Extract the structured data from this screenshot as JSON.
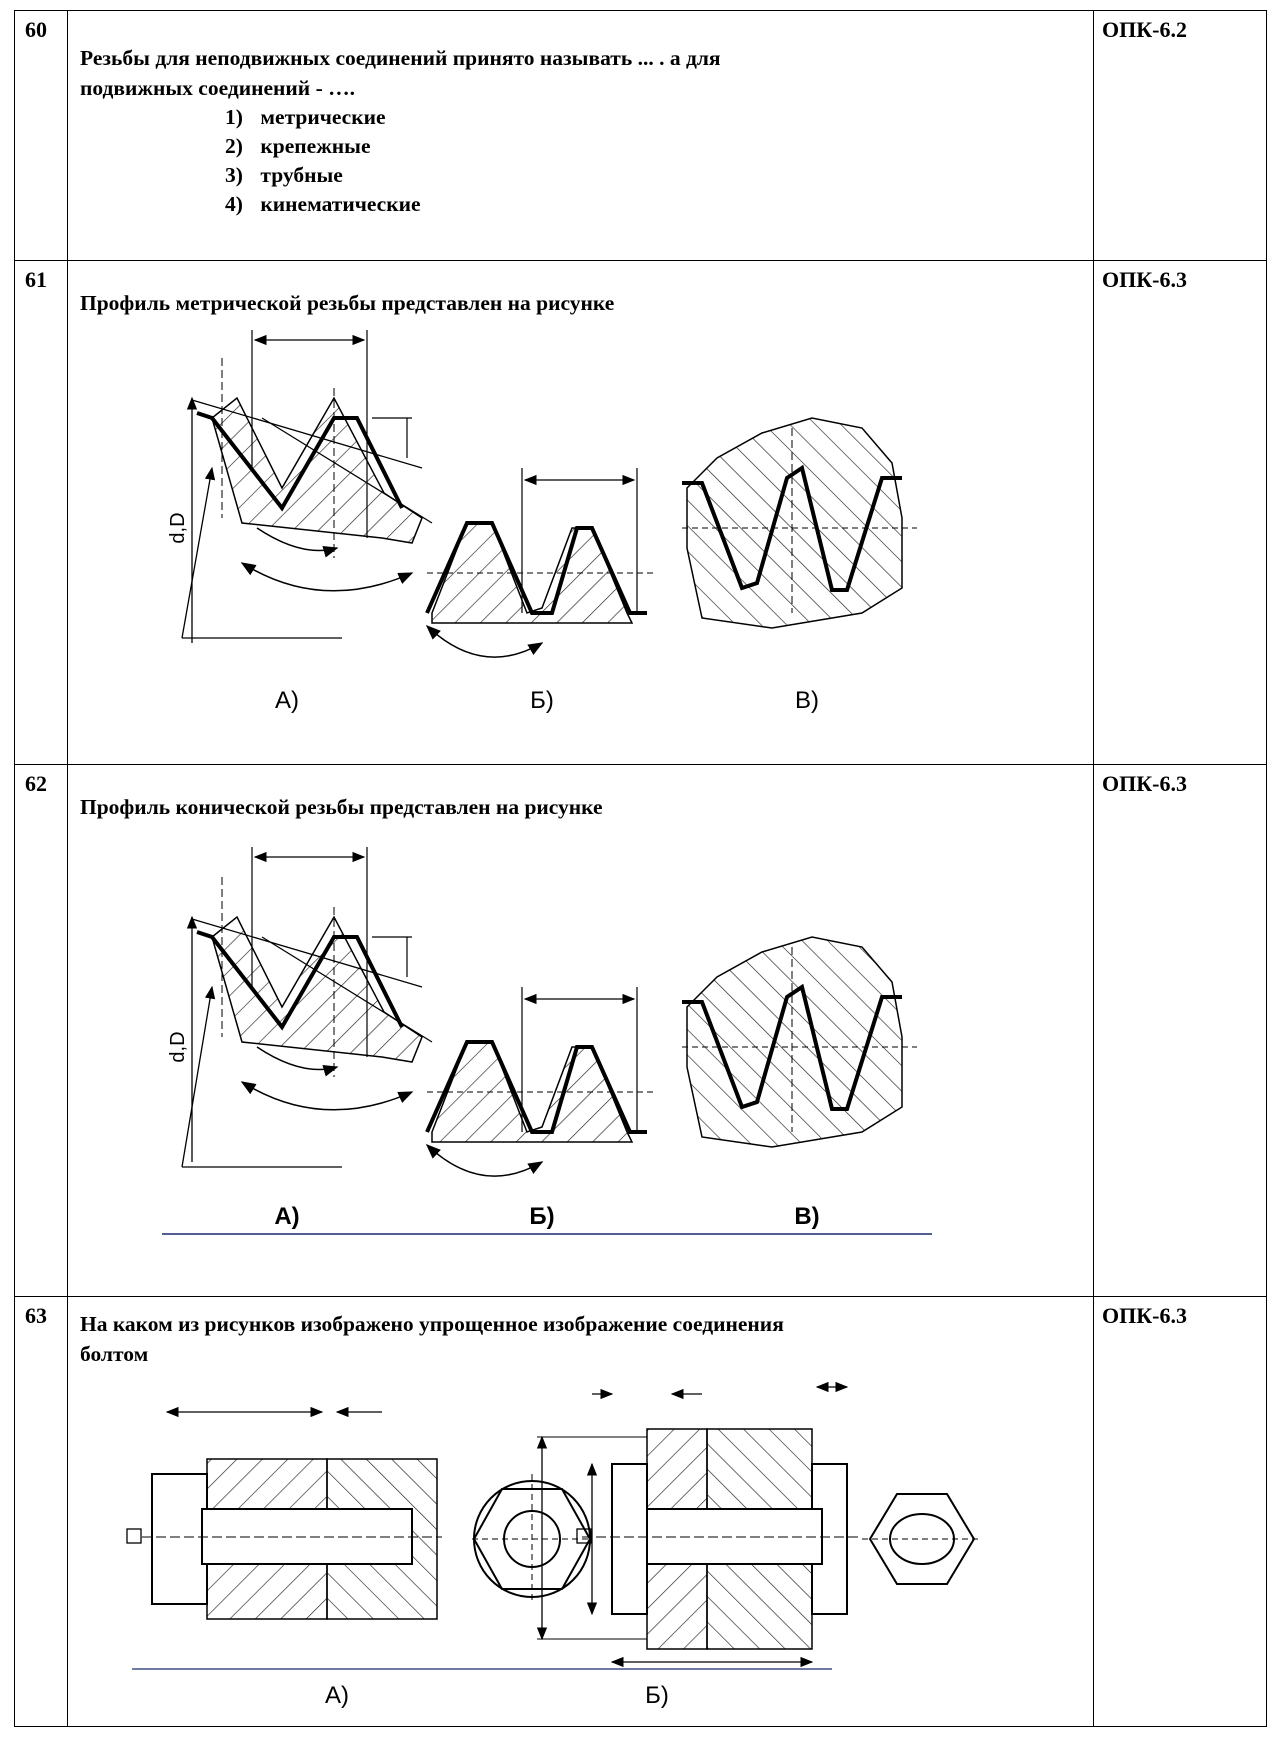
{
  "questions": [
    {
      "number": "60",
      "code": "ОПК-6.2",
      "text_line1": "Резьбы для неподвижных соединений принято называть ... . а для",
      "text_line2": "подвижных соединений - ….",
      "options": [
        {
          "num": "1)",
          "label": "метрические"
        },
        {
          "num": "2)",
          "label": "крепежные"
        },
        {
          "num": "3)",
          "label": "трубные"
        },
        {
          "num": "4)",
          "label": "кинематические"
        }
      ]
    },
    {
      "number": "61",
      "code": "ОПК-6.3",
      "text": "Профиль метрической резьбы представлен на рисунке",
      "figure": {
        "label_a": "А)",
        "label_b": "Б)",
        "label_c": "В)",
        "dim_label": "d,D"
      }
    },
    {
      "number": "62",
      "code": "ОПК-6.3",
      "text": "Профиль конической резьбы представлен на рисунке",
      "figure": {
        "label_a": "А)",
        "label_b": "Б)",
        "label_c": "В)",
        "dim_label": "d,D"
      }
    },
    {
      "number": "63",
      "code": "ОПК-6.3",
      "text_line1": "На каком из рисунков изображено упрощенное изображение соединения",
      "text_line2": "болтом",
      "figure": {
        "label_a": "А)",
        "label_b": "Б)"
      }
    }
  ]
}
